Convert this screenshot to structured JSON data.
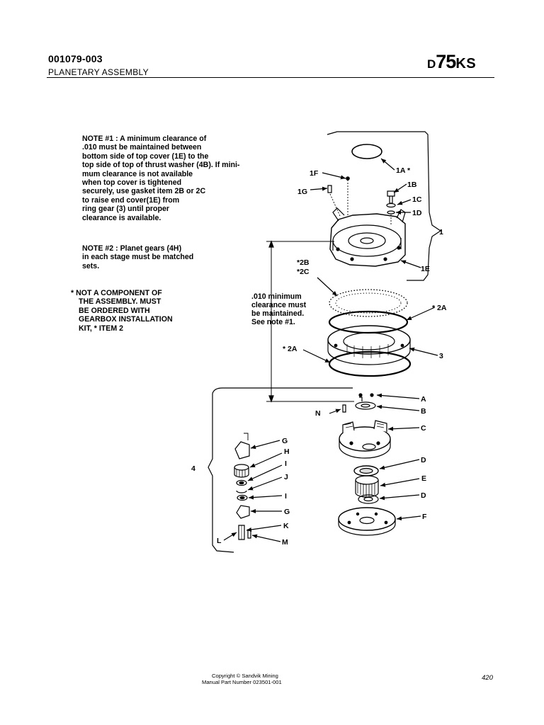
{
  "header": {
    "doc_number": "001079-003",
    "title": "PLANETARY ASSEMBLY",
    "logo": {
      "prefix": "D",
      "number": "75",
      "suffix": "KS"
    }
  },
  "notes": {
    "note1": [
      "NOTE #1 : A minimum clearance of",
      ".010 must be maintained between",
      "bottom side of top cover (1E) to the",
      "top side of top of thrust washer (4B). If mini-",
      "mum clearance is not available",
      "when top cover is tightened",
      "securely, use gasket item 2B or 2C",
      "to raise end cover(1E) from",
      "ring gear (3) until proper",
      "clearance is available."
    ],
    "note2": [
      "NOTE #2 : Planet gears (4H)",
      "in each stage must be matched",
      "sets."
    ],
    "note3": [
      "* NOT A COMPONENT OF",
      "THE ASSEMBLY. MUST",
      "BE ORDERED WITH",
      "GEARBOX INSTALLATION",
      "KIT, * ITEM 2"
    ]
  },
  "diagram": {
    "clearance_note": [
      ".010 minimum",
      "clearance must",
      "be maintained.",
      "See note #1."
    ],
    "labels": {
      "l1A": "1A *",
      "l1F": "1F",
      "l1B": "1B",
      "l1G": "1G",
      "l1C": "1C",
      "l1D": "1D",
      "l1": "1",
      "l1E": "1E",
      "l2B": "*2B",
      "l2C": "*2C",
      "l2A_right": "* 2A",
      "l3": "3",
      "l2A_left": "* 2A",
      "lA": "A",
      "lN": "N",
      "lB": "B",
      "lC": "C",
      "lG1": "G",
      "lH": "H",
      "l4": "4",
      "lD1": "D",
      "lI1": "I",
      "lJ": "J",
      "lE": "E",
      "lI2": "I",
      "lD2": "D",
      "lG2": "G",
      "lF": "F",
      "lK": "K",
      "lL": "L",
      "lM": "M"
    }
  },
  "footer": {
    "copyright": "Copyright © Sandvik Mining",
    "manual_part": "Manual Part Number 023501-001",
    "page_number": "420"
  }
}
